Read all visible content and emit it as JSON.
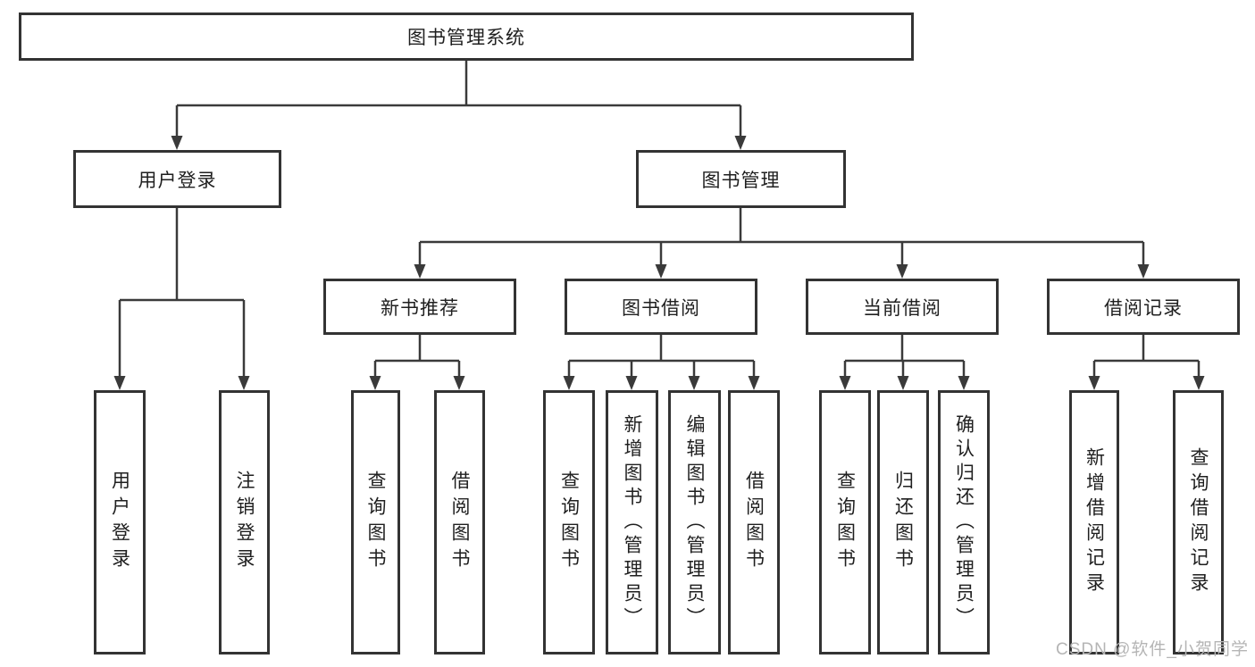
{
  "colors": {
    "background": "#ffffff",
    "line": "#3a3a3a",
    "box_border": "#333333",
    "text": "#1f1f1f",
    "watermark": "#b5b5b5"
  },
  "watermark": "CSDN @软件_小贺同学",
  "diagram": {
    "root": "图书管理系统",
    "branches": [
      {
        "label": "用户登录",
        "leaves": [
          "用户登录",
          "注销登录"
        ]
      },
      {
        "label": "图书管理",
        "groups": [
          {
            "label": "新书推荐",
            "leaves": [
              "查询图书",
              "借阅图书"
            ]
          },
          {
            "label": "图书借阅",
            "leaves": [
              "查询图书",
              "新增图书（管理员）",
              "编辑图书（管理员）",
              "借阅图书"
            ]
          },
          {
            "label": "当前借阅",
            "leaves": [
              "查询图书",
              "归还图书",
              "确认归还（管理员）"
            ]
          },
          {
            "label": "借阅记录",
            "leaves": [
              "新增借阅记录",
              "查询借阅记录"
            ]
          }
        ]
      }
    ]
  }
}
